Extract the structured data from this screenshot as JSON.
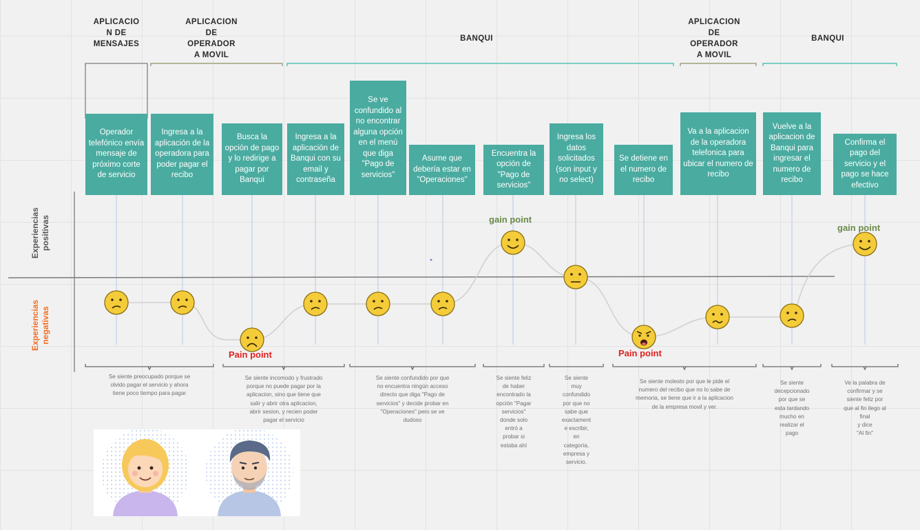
{
  "phases": [
    {
      "label": "APLICACIO\nN DE\nMENSAJES"
    },
    {
      "label": "APLICACION\nDE\nOPERADOR\nA MOVIL"
    },
    {
      "label": "BANQUI"
    },
    {
      "label": "APLICACION\nDE\nOPERADOR\nA MOVIL"
    },
    {
      "label": "BANQUI"
    }
  ],
  "steps": [
    {
      "text": "Operador telefónico envía mensaje de próximo corte de servicio",
      "mood": "slightly-sad"
    },
    {
      "text": "Ingresa a la aplicación de la operadora para poder pagar el recibo",
      "mood": "slightly-sad"
    },
    {
      "text": "Busca la opción de pago y lo redirige a pagar por Banqui",
      "mood": "sad"
    },
    {
      "text": "Ingresa a la aplicación de Banqui con su email y contraseña",
      "mood": "slightly-sad"
    },
    {
      "text": "Se ve confundido al no encontrar alguna opción en el menú que diga \"Pago de servicios\"",
      "mood": "slightly-sad"
    },
    {
      "text": "Asume que debería estar en \"Operaciones\"",
      "mood": "slightly-sad"
    },
    {
      "text": "Encuentra la opción de \"Pago de servicios\"",
      "mood": "happy"
    },
    {
      "text": "Ingresa los datos solicitados (son input y no select)",
      "mood": "neutral"
    },
    {
      "text": "Se detiene en el numero de recibo",
      "mood": "angry"
    },
    {
      "text": "Va a la aplicacion de la operadora telefonica para ubicar el numero de recibo",
      "mood": "confused"
    },
    {
      "text": "Vuelve a la aplicacion de Banqui para ingresar el numero de recibo",
      "mood": "slightly-sad"
    },
    {
      "text": "Confirma el pago del servicio y el pago se hace efectivo",
      "mood": "happy"
    }
  ],
  "axis": {
    "positive": "Experiencias\npositivas",
    "negative": "Experiencias\nnegativas"
  },
  "tags": {
    "pain1": "Pain point",
    "pain2": "Pain point",
    "gain1": "gain point",
    "gain2": "gain point"
  },
  "descriptions": [
    {
      "text": "Se siente preocupado porque se\nolvido pagar el servicio y ahora\ntiene poco tiempo para pagar"
    },
    {
      "text": "Se siente incomodo y frustrado\nporque no puede pagar por la\naplicacion, sino que tiene que\nsalir y abrir otra aplicacion,\nabrir sesion, y recien poder\npagar el servicio"
    },
    {
      "text": "Se siente confundido por que\nno encuentra ningún acceso\ndirecto que diga \"Pago de\nservicios\" y decide probar en\n\"Operaciones\" pero se ve\ndudoso"
    },
    {
      "text": "Se siente feliz\nde haber\nencontrado la\nopción \"Pagar\nservicios\"\ndonde solo\nentró a\nprobar si\nestaba ahí"
    },
    {
      "text": "Se siente\nmuy\nconfundido\npor que no\nsabe que\nexactament\ne escribir,\nen\ncategoría,\nempresa y\nservicio."
    },
    {
      "text": "Se siente molesto por que le pide el\nnumero del recibo que no lo sabe de\nmemoria, se tiene que ir a la aplicacion\nde la empresa movil y ver."
    },
    {
      "text": "Se siente\ndecepcionado\npor que se\nesta tardando\nmucho en\nrealizar el\npago"
    },
    {
      "text": "Ve la palabra de\nconfirmar y se\nsiente feliz  por\nque al fin llego al\nfinal\ny dice\n\"Al fin\""
    }
  ],
  "colors": {
    "card": "#4aaba0",
    "face": "#f4cc3a",
    "positive_label": "#555555",
    "negative_label": "#f26d21",
    "pain": "#e02020",
    "gain": "#6a8a4a",
    "bracket_phase_gray": "#909090",
    "bracket_phase_teal": "#55c3b5"
  },
  "personas": [
    {
      "name": "woman-avatar"
    },
    {
      "name": "man-avatar"
    }
  ]
}
